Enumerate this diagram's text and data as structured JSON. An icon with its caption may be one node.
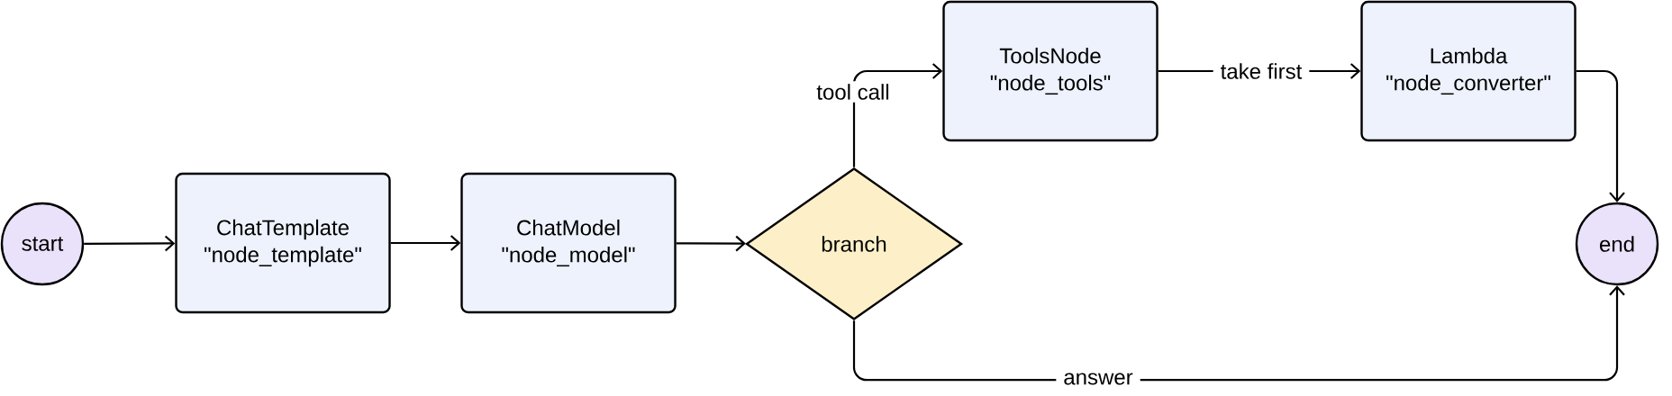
{
  "diagram": {
    "nodes": [
      {
        "text": [
          "start"
        ]
      },
      {
        "text": [
          "ChatTemplate \"node_template\""
        ]
      },
      {
        "text": [
          "ChatModel \"node_model\""
        ]
      },
      {
        "text": [
          "branch"
        ]
      },
      {
        "text": [
          "ToolsNode \"node_tools\""
        ]
      },
      {
        "text": [
          "Lambda \"node_converter\""
        ]
      },
      {
        "text": [
          "end"
        ]
      }
    ],
    "edges": [
      {
        "from": 0,
        "to": 1,
        "arrow": "to"
      },
      {
        "from": 1,
        "to": 2,
        "arrow": "to"
      },
      {
        "from": 2,
        "to": 3,
        "arrow": "to"
      },
      {
        "from": 3,
        "to": 4,
        "arrow": "to",
        "label": "tool call"
      },
      {
        "from": 4,
        "to": 5,
        "arrow": "to",
        "label": "take first"
      },
      {
        "from": 5,
        "to": 6,
        "arrow": "to"
      },
      {
        "from": 3,
        "to": 6,
        "arrow": "to",
        "label": "answer"
      }
    ]
  }
}
